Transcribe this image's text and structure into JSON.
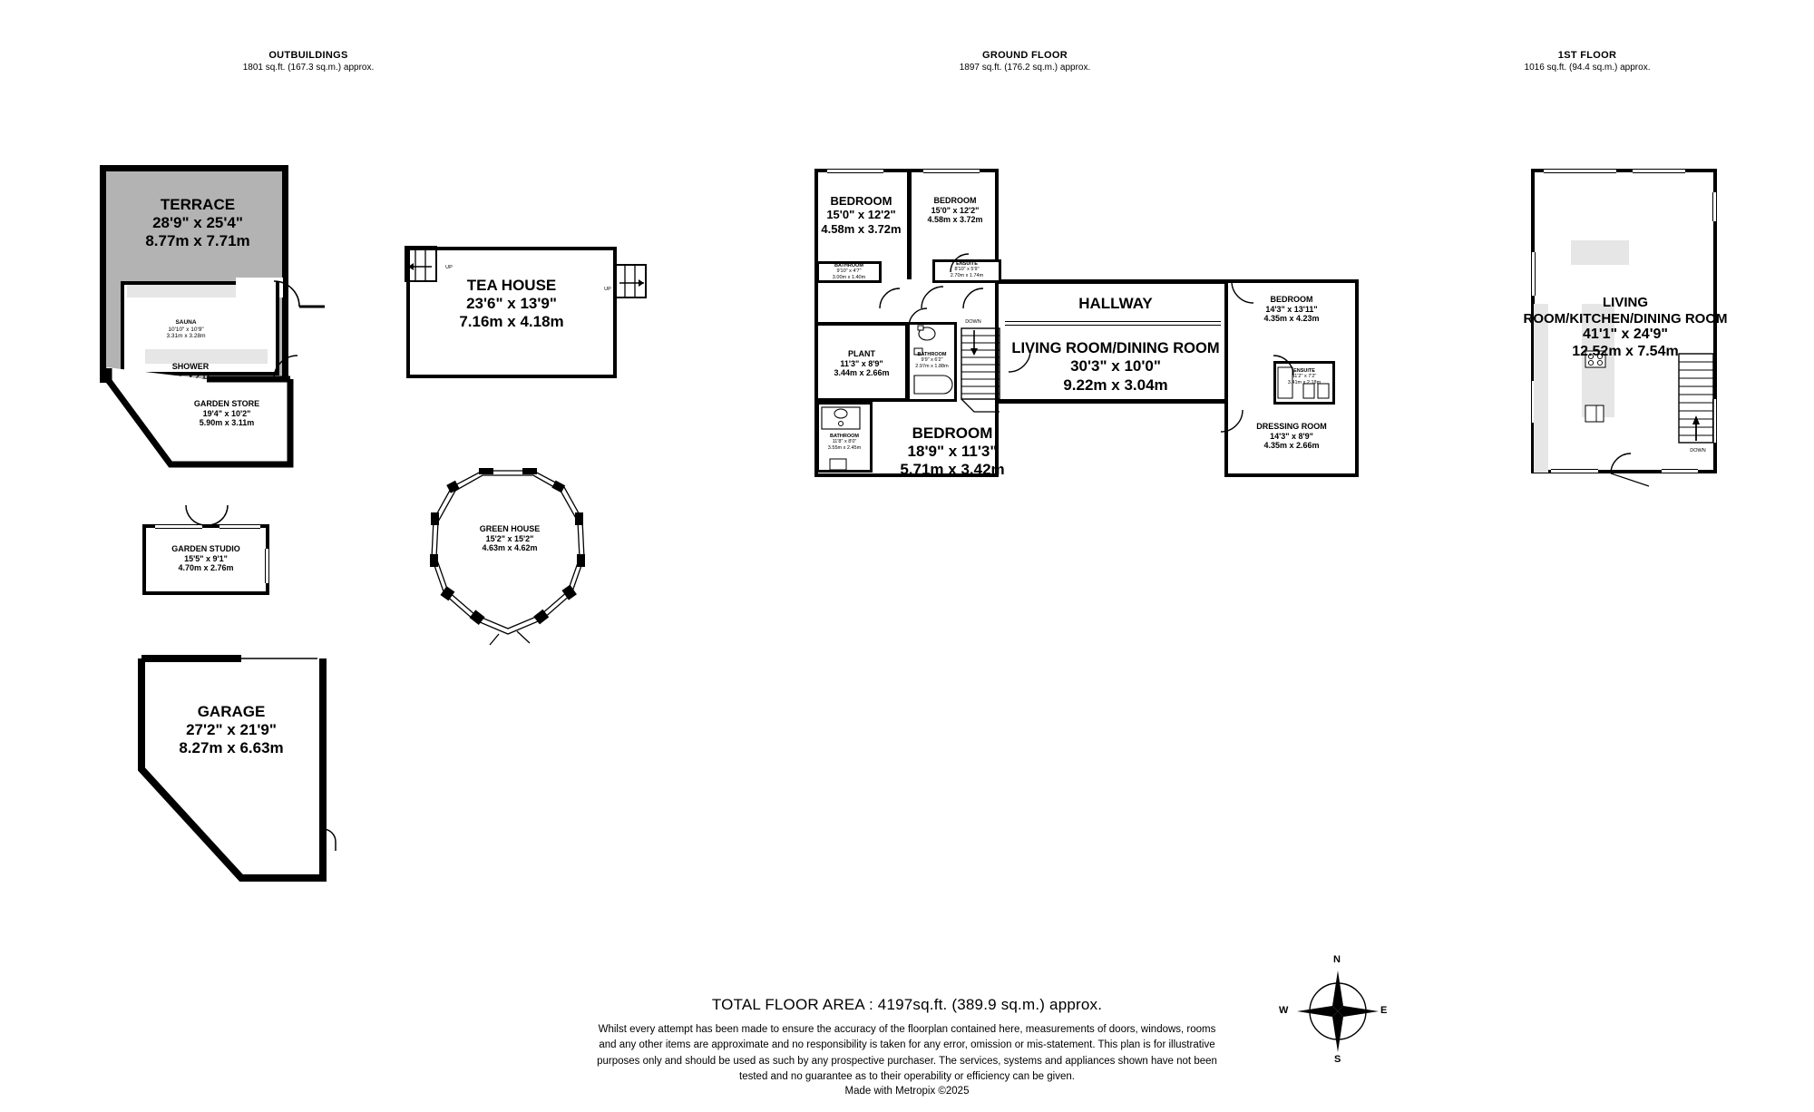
{
  "sections": [
    {
      "id": "outbuildings",
      "title": "OUTBUILDINGS",
      "area": "1801 sq.ft. (167.3 sq.m.) approx."
    },
    {
      "id": "ground",
      "title": "GROUND FLOOR",
      "area": "1897 sq.ft. (176.2 sq.m.) approx."
    },
    {
      "id": "first",
      "title": "1ST FLOOR",
      "area": "1016 sq.ft. (94.4 sq.m.) approx."
    }
  ],
  "rooms": {
    "terrace": {
      "name": "TERRACE",
      "imperial": "28'9\"  x 25'4\"",
      "metric": "8.77m  x 7.71m"
    },
    "sauna": {
      "name": "SAUNA",
      "imperial": "10'10\"  x 10'9\"",
      "metric": "3.31m  x 3.28m"
    },
    "shower": {
      "name": "SHOWER",
      "imperial": "16'8\"  x 2'11\"",
      "metric": "5.09m  x 0.90m"
    },
    "garden_store": {
      "name": "GARDEN STORE",
      "imperial": "19'4\"  x 10'2\"",
      "metric": "5.90m  x 3.11m"
    },
    "garden_studio": {
      "name": "GARDEN STUDIO",
      "imperial": "15'5\"  x 9'1\"",
      "metric": "4.70m  x 2.76m"
    },
    "tea_house": {
      "name": "TEA HOUSE",
      "imperial": "23'6\"  x 13'9\"",
      "metric": "7.16m  x 4.18m"
    },
    "green_house": {
      "name": "GREEN HOUSE",
      "imperial": "15'2\"  x 15'2\"",
      "metric": "4.63m  x 4.62m"
    },
    "garage": {
      "name": "GARAGE",
      "imperial": "27'2\"  x 21'9\"",
      "metric": "8.27m  x 6.63m"
    },
    "bedroom1": {
      "name": "BEDROOM",
      "imperial": "15'0\"  x 12'2\"",
      "metric": "4.58m  x 3.72m"
    },
    "bedroom2": {
      "name": "BEDROOM",
      "imperial": "15'0\"  x 12'2\"",
      "metric": "4.58m  x 3.72m"
    },
    "bathroom1": {
      "name": "BATHROOM",
      "imperial": "9'10\"  x 4'7\"",
      "metric": "3.00m  x 1.40m"
    },
    "ensuite1": {
      "name": "ENSUITE",
      "imperial": "8'10\"  x 5'9\"",
      "metric": "2.70m  x 1.74m"
    },
    "plant": {
      "name": "PLANT",
      "imperial": "11'3\"  x 8'9\"",
      "metric": "3.44m  x 2.66m"
    },
    "bathroom2": {
      "name": "BATHROOM",
      "imperial": "9'9\"  x 6'2\"",
      "metric": "2.97m  x 1.88m"
    },
    "bathroom3": {
      "name": "BATHROOM",
      "imperial": "11'8\"  x 8'0\"",
      "metric": "3.55m  x 2.45m"
    },
    "hallway": {
      "name": "HALLWAY",
      "imperial": "",
      "metric": ""
    },
    "living_dining": {
      "name": "LIVING ROOM/DINING ROOM",
      "imperial": "30'3\"  x 10'0\"",
      "metric": "9.22m  x 3.04m"
    },
    "bedroom3": {
      "name": "BEDROOM",
      "imperial": "18'9\"  x 11'3\"",
      "metric": "5.71m  x 3.42m"
    },
    "bedroom4": {
      "name": "BEDROOM",
      "imperial": "14'3\"  x 13'11\"",
      "metric": "4.35m  x 4.23m"
    },
    "ensuite2": {
      "name": "ENSUITE",
      "imperial": "11'2\"  x 7'2\"",
      "metric": "3.41m  x 2.18m"
    },
    "dressing": {
      "name": "DRESSING ROOM",
      "imperial": "14'3\"  x 8'9\"",
      "metric": "4.35m  x 2.66m"
    },
    "living_kitchen": {
      "name_line1": "LIVING",
      "name_line2": "ROOM/KITCHEN/DINING ROOM",
      "imperial": "41'1\"  x 24'9\"",
      "metric": "12.52m  x 7.54m"
    }
  },
  "stair_labels": {
    "down_ground": "DOWN",
    "down_first": "DOWN",
    "up_left": "UP",
    "up_right": "UP"
  },
  "compass": {
    "n": "N",
    "s": "S",
    "e": "E",
    "w": "W"
  },
  "footer": {
    "total": "TOTAL FLOOR AREA : 4197sq.ft. (389.9 sq.m.) approx.",
    "disclaimer": "Whilst every attempt has been made to ensure the accuracy of the floorplan contained here, measurements of doors, windows, rooms and any other items are approximate and no responsibility is taken for any error, omission or mis-statement. This plan is for illustrative purposes only and should be used as such by any prospective purchaser. The services, systems and appliances shown have not been tested and no guarantee as to their operability or efficiency can be given.",
    "credit": "Made with Metropix ©2025"
  },
  "colors": {
    "wall": "#000000",
    "terrace_fill": "#b3b3b3",
    "furniture_fill": "#e6e6e6",
    "background": "#ffffff"
  }
}
